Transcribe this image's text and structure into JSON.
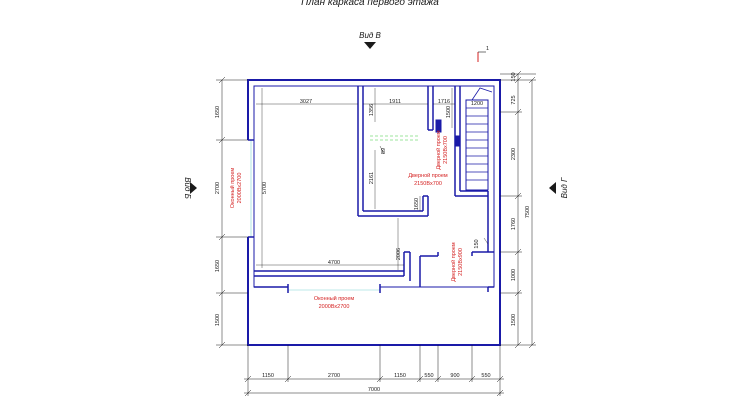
{
  "title": "План каркаса первого этажа",
  "views": {
    "top": "Вид В",
    "left": "Вид Б",
    "right": "Вид Г"
  },
  "section_mark": "1",
  "rooms": {
    "inner_top": "3027",
    "inner_mid": "1911",
    "inner_right": "1716",
    "stair_w": "1200",
    "inner_v1": "1356",
    "inner_v2": "2161",
    "inner_v3": "1650",
    "inner_v4": "1500",
    "inner_w": "89",
    "left_inner": "5700",
    "bottom_inner": "4700",
    "bottom_v": "2006",
    "right_stair_gap": "150"
  },
  "openings": {
    "window_left_1": "Оконный проем",
    "window_left_2": "2000Вх2700",
    "window_bottom_1": "Оконный проем",
    "window_bottom_2": "2000Вх2700",
    "door_mid_1": "Дверной проем",
    "door_mid_2": "2150Вх700",
    "door_upper_1": "Дверной проем",
    "door_upper_2": "2150Вх700",
    "door_right_1": "Дверной проем",
    "door_right_2": "2150Вх900"
  },
  "dims_left": [
    "1650",
    "2700",
    "1650",
    "1500"
  ],
  "dims_right": [
    "150",
    "725",
    "2300",
    "1760",
    "1000",
    "1500"
  ],
  "dims_right_total": "7500",
  "dims_bottom": [
    "1150",
    "2700",
    "1150",
    "550",
    "900",
    "550"
  ],
  "dims_bottom_total": "7000",
  "colors": {
    "wall": "#1a1aa8",
    "dim": "#1a1a1a",
    "opening": "#d42020",
    "window": "#7fd6d6"
  }
}
